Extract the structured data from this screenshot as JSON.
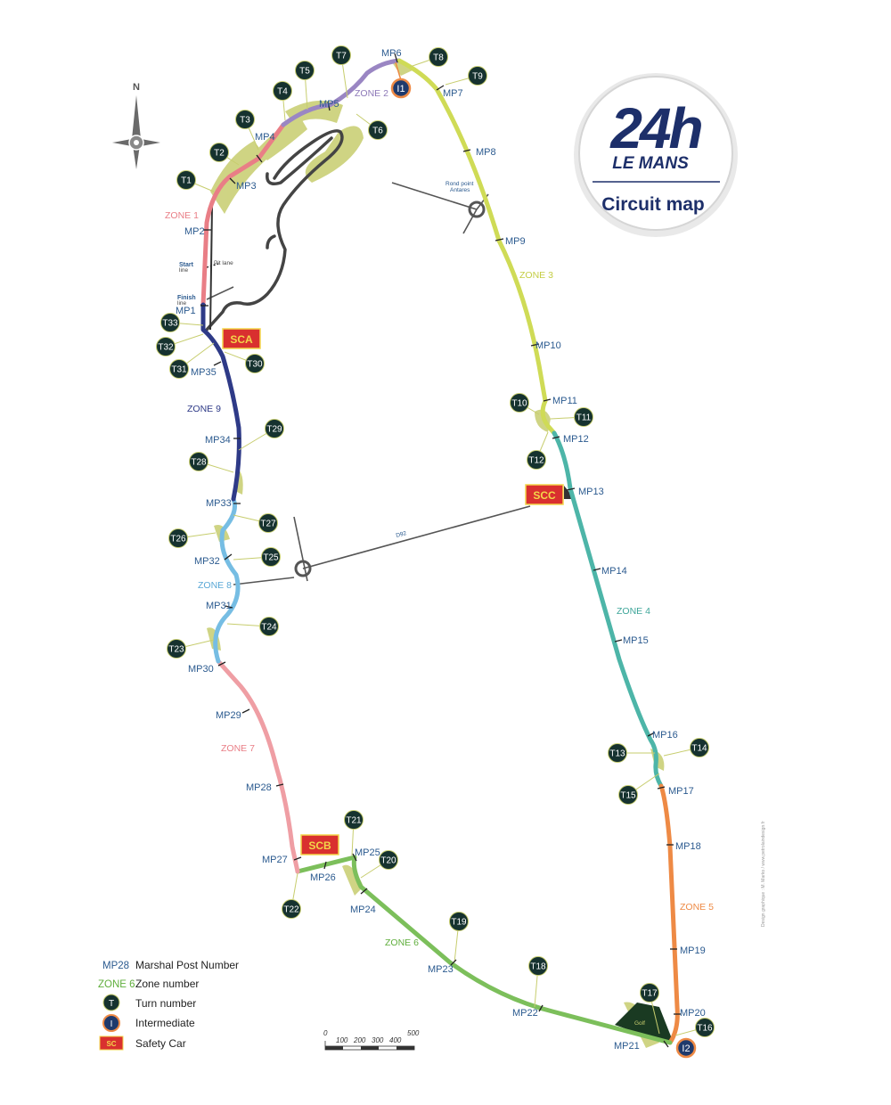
{
  "logo": {
    "mark": "24h",
    "subtitle": "LE MANS",
    "map_title": "Circuit map"
  },
  "compass": {
    "label": "N"
  },
  "colors": {
    "zone1": "#e97e86",
    "zone2": "#9a86c3",
    "zone3": "#cfdb56",
    "zone4": "#4db5a8",
    "zone5": "#ee8a45",
    "zone6": "#7cbf5b",
    "zone7": "#ef9ea4",
    "zone8": "#76bde3",
    "zone9": "#2e3a87",
    "turn_fill": "#16322f",
    "turn_text": "#ffffff",
    "mp_text": "#2b5a8f",
    "sc_fill": "#d9302f",
    "sc_text": "#f3d64a",
    "intermediate_fill": "#1f3a6c",
    "intermediate_ring": "#ee8a45",
    "runoff": "#c7cd6e",
    "road": "#444444"
  },
  "zones": [
    {
      "label": "ZONE 1",
      "color": "#e97e86"
    },
    {
      "label": "ZONE 2",
      "color": "#8d79b8"
    },
    {
      "label": "ZONE 3",
      "color": "#c4cd44"
    },
    {
      "label": "ZONE 4",
      "color": "#3fa69a"
    },
    {
      "label": "ZONE 5",
      "color": "#ee8a45"
    },
    {
      "label": "ZONE 6",
      "color": "#5fae3c"
    },
    {
      "label": "ZONE 7",
      "color": "#e97e86"
    },
    {
      "label": "ZONE 8",
      "color": "#5aa8d6"
    },
    {
      "label": "ZONE 9",
      "color": "#2e3a87"
    }
  ],
  "marshal_posts": [
    "MP1",
    "MP2",
    "MP3",
    "MP4",
    "MP5",
    "MP6",
    "MP7",
    "MP8",
    "MP9",
    "MP10",
    "MP11",
    "MP12",
    "MP13",
    "MP14",
    "MP15",
    "MP16",
    "MP17",
    "MP18",
    "MP19",
    "MP20",
    "MP21",
    "MP22",
    "MP23",
    "MP24",
    "MP25",
    "MP26",
    "MP27",
    "MP28",
    "MP29",
    "MP30",
    "MP31",
    "MP32",
    "MP33",
    "MP34",
    "MP35"
  ],
  "turns": [
    "T1",
    "T2",
    "T3",
    "T4",
    "T5",
    "T6",
    "T7",
    "T8",
    "T9",
    "T10",
    "T11",
    "T12",
    "T13",
    "T14",
    "T15",
    "T16",
    "T17",
    "T18",
    "T19",
    "T20",
    "T21",
    "T22",
    "T23",
    "T24",
    "T25",
    "T26",
    "T27",
    "T28",
    "T29",
    "T30",
    "T31",
    "T32",
    "T33"
  ],
  "intermediates": [
    "I1",
    "I2"
  ],
  "safety_cars": [
    "SCA",
    "SCB",
    "SCC"
  ],
  "labels": {
    "start": "Start",
    "start_sub": "line",
    "finish": "Finish",
    "finish_sub": "line",
    "pit_lane": "Pit lane",
    "rond_point_1": "Rond point",
    "rond_point_2": "Antares",
    "road_d92": "D92",
    "golf": "Golf"
  },
  "legend": {
    "mp_sample": "MP28",
    "mp_desc": "Marshal Post Number",
    "zone_sample": "ZONE 6",
    "zone_desc": "Zone number",
    "turn_sample": "T",
    "turn_desc": "Turn number",
    "intermediate_sample": "I",
    "intermediate_desc": "Intermediate",
    "sc_sample": "SC",
    "sc_desc": "Safety Car"
  },
  "scale": {
    "ticks": [
      "0",
      "100",
      "200",
      "300",
      "400",
      "500"
    ]
  },
  "credit": "Design graphique : M. Marko / www.petrolaindesign.fr"
}
